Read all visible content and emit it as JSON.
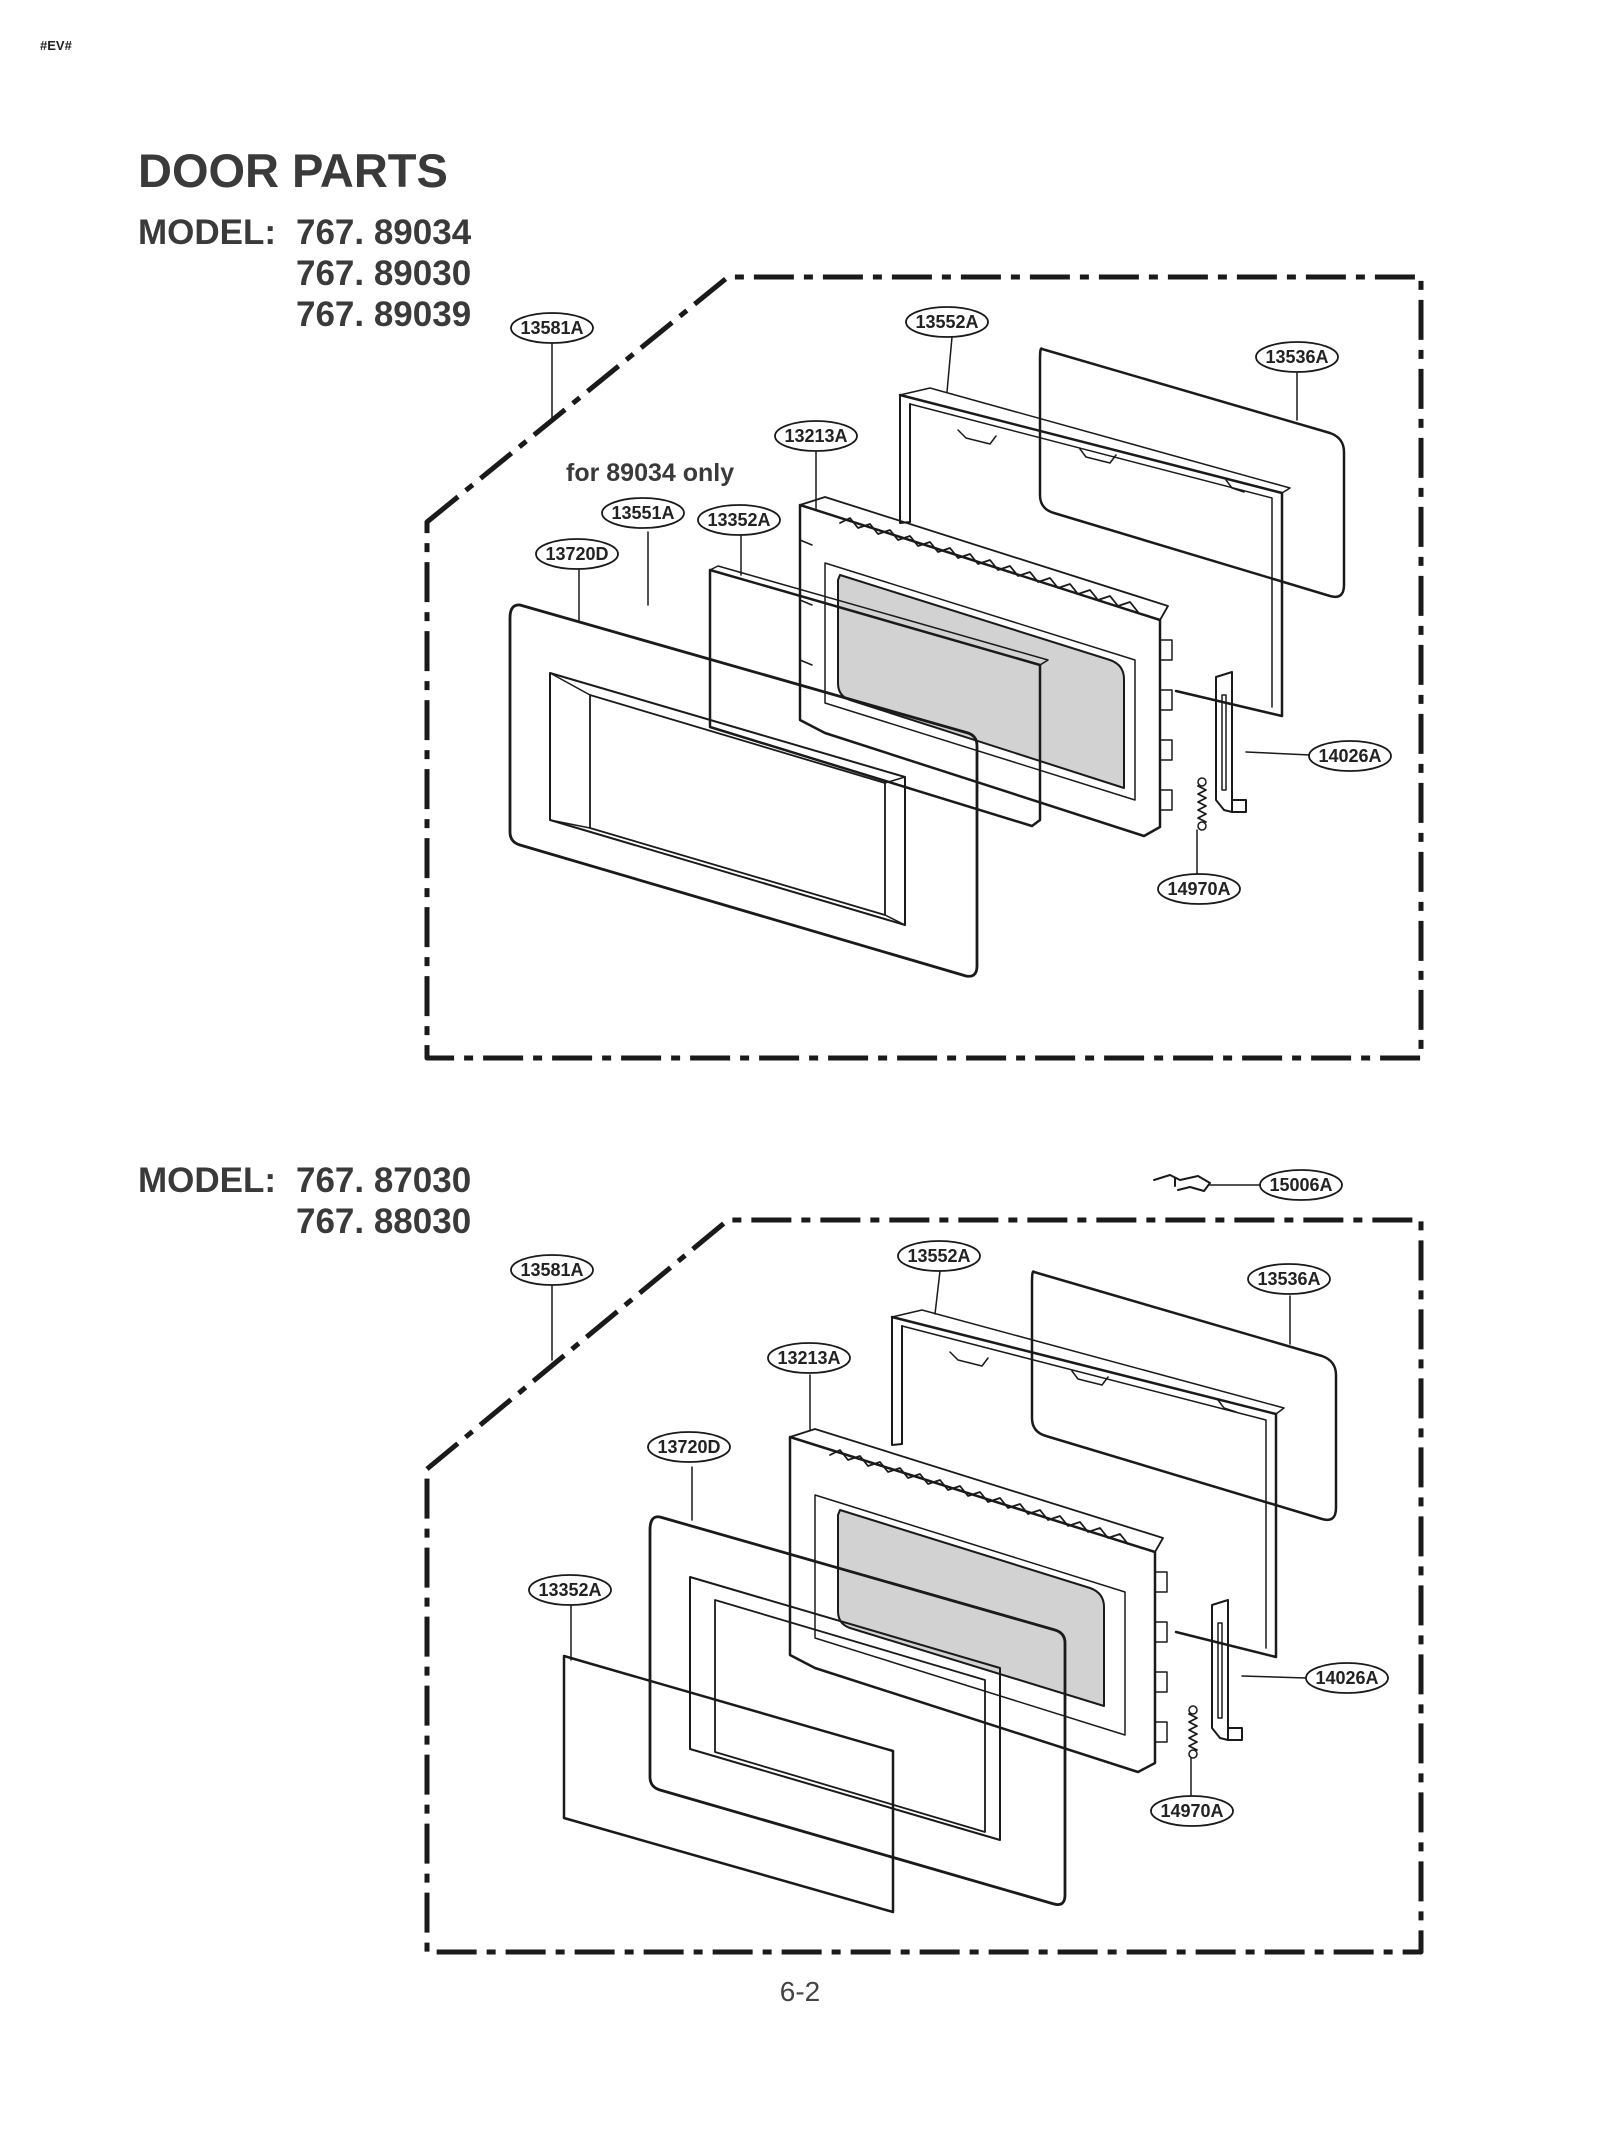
{
  "corner_code": "#EV#",
  "title": "DOOR PARTS",
  "section1": {
    "model_label": "MODEL:",
    "models": [
      "767. 89034",
      "767. 89030",
      "767. 89039"
    ],
    "note": "for 89034 only",
    "callouts": {
      "c13581A": "13581A",
      "c13552A": "13552A",
      "c13536A": "13536A",
      "c13213A": "13213A",
      "c13551A": "13551A",
      "c13352A": "13352A",
      "c13720D": "13720D",
      "c14026A": "14026A",
      "c14970A": "14970A"
    }
  },
  "section2": {
    "model_label": "MODEL:",
    "models": [
      "767. 87030",
      "767. 88030"
    ],
    "callouts": {
      "c15006A": "15006A",
      "c13581A": "13581A",
      "c13552A": "13552A",
      "c13536A": "13536A",
      "c13213A": "13213A",
      "c13720D": "13720D",
      "c13352A": "13352A",
      "c14026A": "14026A",
      "c14970A": "14970A"
    }
  },
  "page_number": "6-2"
}
